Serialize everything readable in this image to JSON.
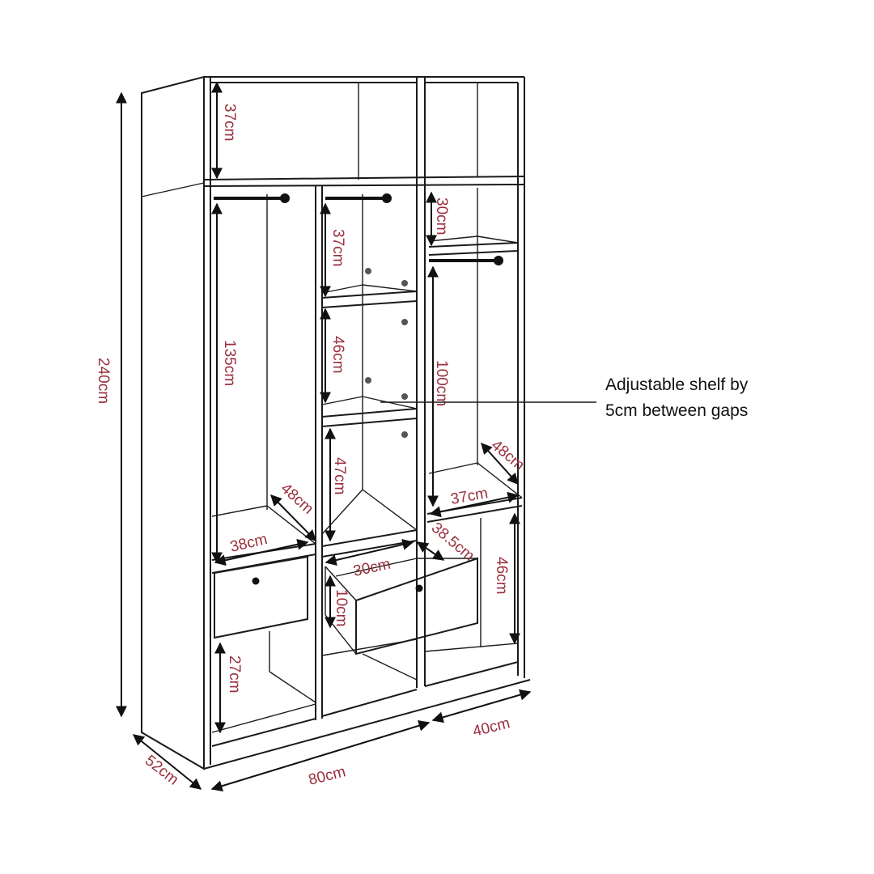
{
  "dimensions": {
    "top_height": "37cm",
    "left_hanging_height": "135cm",
    "middle_shelf_1": "37cm",
    "middle_shelf_2": "46cm",
    "middle_shelf_3": "47cm",
    "right_top_shelf": "30cm",
    "right_hanging_height": "100cm",
    "right_bottom_height": "46cm",
    "left_bottom_height": "27cm",
    "drawer_height": "10cm",
    "total_height": "240cm",
    "left_depth": "48cm",
    "left_width": "38cm",
    "drawer_width": "30cm",
    "drawer_depth": "38.5cm",
    "right_depth": "48cm",
    "right_width": "37cm",
    "side_depth": "52cm",
    "main_width": "80cm",
    "right_section_width": "40cm"
  },
  "annotation": {
    "line1": "Adjustable shelf by",
    "line2": "5cm between gaps"
  },
  "colors": {
    "label": "#9a2f3c",
    "lines": "#1a1a1a"
  }
}
